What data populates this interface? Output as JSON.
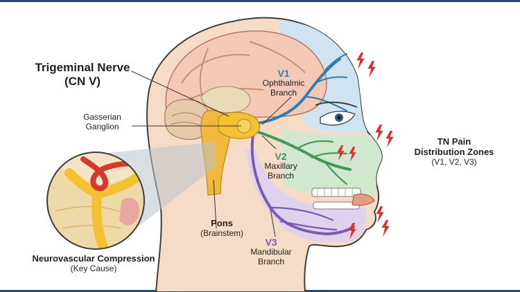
{
  "labels": {
    "trigeminal_title": "Trigeminal Nerve",
    "trigeminal_sub": "(CN V)",
    "gasserian_1": "Gasserian",
    "gasserian_2": "Ganglion",
    "v1_code": "V1",
    "v1_name_1": "Ophthalmic",
    "v1_name_2": "Branch",
    "v2_code": "V2",
    "v2_name_1": "Maxillary",
    "v2_name_2": "Branch",
    "v3_code": "V3",
    "v3_name_1": "Mandibular",
    "v3_name_2": "Branch",
    "pons_title": "Pons",
    "pons_sub": "(Brainstem)",
    "compression_title": "Neurovascular Compression",
    "compression_sub": "(Key Cause)",
    "zones_title_1": "TN Pain",
    "zones_title_2": "Distribution Zones",
    "zones_sub": "(V1, V2, V3)"
  },
  "colors": {
    "frame": "#2b4a72",
    "v1": "#2e7fb8",
    "v2": "#3f9a55",
    "v3": "#7a5bb0",
    "nerve": "#f2c230",
    "pain": "#d9312b",
    "skin": "#f6dcc6",
    "brain": "#f3c9b5"
  },
  "icons": [
    "lightning-bolt-icon"
  ]
}
